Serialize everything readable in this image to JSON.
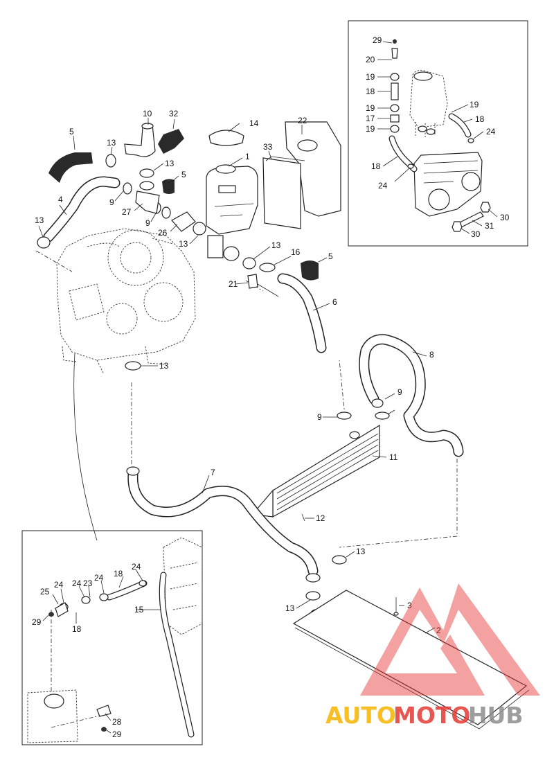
{
  "callouts": {
    "c1": "1",
    "c2": "2",
    "c3": "3",
    "c4": "4",
    "c5a": "5",
    "c5b": "5",
    "c5c": "5",
    "c6": "6",
    "c7": "7",
    "c8": "8",
    "c9a": "9",
    "c9b": "9",
    "c9c": "9",
    "c9d": "9",
    "c10": "10",
    "c11": "11",
    "c12": "12",
    "c13a": "13",
    "c13b": "13",
    "c13c": "13",
    "c13d": "13",
    "c13e": "13",
    "c13f": "13",
    "c13g": "13",
    "c13h": "13",
    "c14": "14",
    "c15": "15",
    "c16": "16",
    "c21": "21",
    "c22": "22",
    "c26": "26",
    "c27": "27",
    "c32": "32",
    "c33": "33",
    "i1_29": "29",
    "i1_20": "20",
    "i1_19a": "19",
    "i1_18a": "18",
    "i1_19b": "19",
    "i1_17": "17",
    "i1_19c": "19",
    "i1_18b": "18",
    "i1_24a": "24",
    "i1_19d": "19",
    "i1_18c": "18",
    "i1_24b": "24",
    "i1_31": "31",
    "i1_30a": "30",
    "i1_30b": "30",
    "i2_24a": "24",
    "i2_18a": "18",
    "i2_25": "25",
    "i2_24b": "24",
    "i2_24c": "24",
    "i2_23": "23",
    "i2_24d": "24",
    "i2_29a": "29",
    "i2_18b": "18",
    "i2_28": "28",
    "i2_29b": "29"
  },
  "watermark": {
    "part1": "AUTO",
    "part2": "MOTO",
    "part3": "HUB",
    "color_orange": "#f4b400",
    "color_red": "#e53935",
    "color_gray": "#8c8c8c"
  }
}
